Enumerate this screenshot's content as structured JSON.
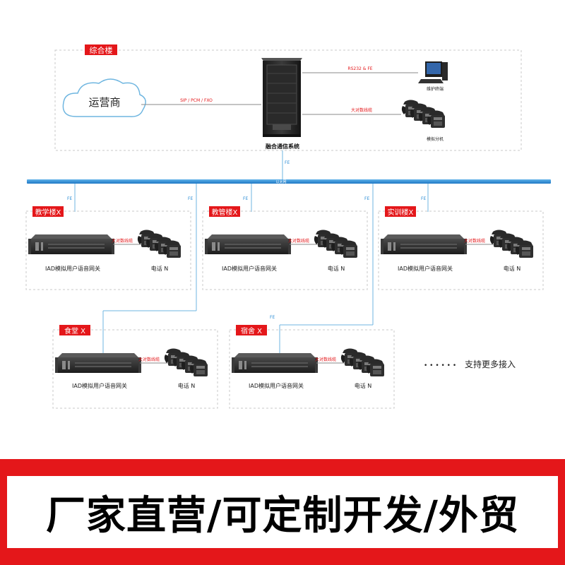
{
  "colors": {
    "red": "#e4171a",
    "line_blue": "#6fb6e0",
    "bus_blue": "#2f8fd6",
    "dash_gray": "#c8c8c8",
    "device_dark": "#2b2b2b"
  },
  "main_building": {
    "label": "综合楼",
    "carrier": "运营商",
    "carrier_link": "SIP / PCM / FXO",
    "system_label": "融合通信系统",
    "rs_link": "RS232 & FE",
    "terminal_label": "维护终端",
    "cable_label": "大对数线缆",
    "phone_label": "模拟分机",
    "uplink_label": "FE"
  },
  "bus_label": "以太网",
  "branch_link_label": "FE",
  "buildings": [
    {
      "label": "教学楼X",
      "gateway_label": "IAD模拟用户语音网关",
      "cable_label": "大对数线缆",
      "phone_label": "电话 N"
    },
    {
      "label": "教管楼X",
      "gateway_label": "IAD模拟用户语音网关",
      "cable_label": "大对数线缆",
      "phone_label": "电话 N"
    },
    {
      "label": "实训楼X",
      "gateway_label": "IAD模拟用户语音网关",
      "cable_label": "大对数线缆",
      "phone_label": "电话 N"
    },
    {
      "label": "食堂 X",
      "gateway_label": "IAD模拟用户语音网关",
      "cable_label": "大对数线缆",
      "phone_label": "电话 N"
    },
    {
      "label": "宿舍 X",
      "gateway_label": "IAD模拟用户语音网关",
      "cable_label": "大对数线缆",
      "phone_label": "电话 N"
    }
  ],
  "more_dots": "• • • • • •",
  "more_text": "支持更多接入",
  "banner_text": "厂家直营/可定制开发/外贸"
}
